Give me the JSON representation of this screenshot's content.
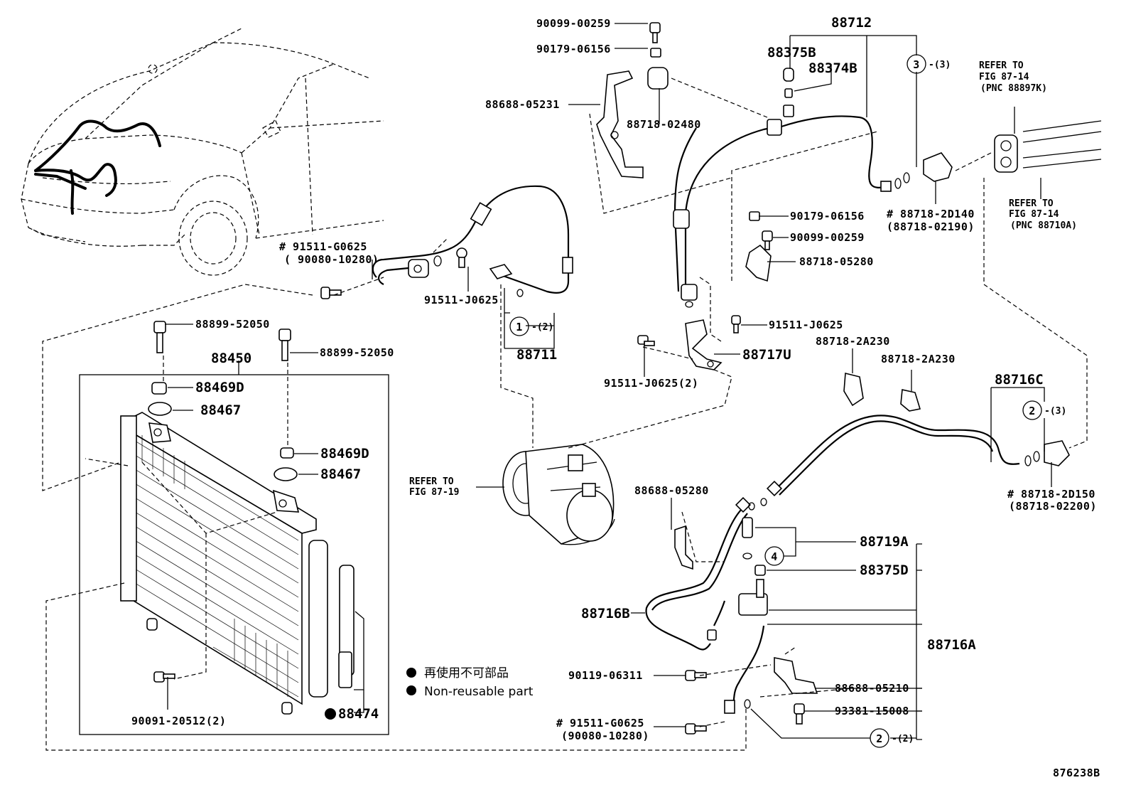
{
  "diagram_id": "876238B",
  "legend": {
    "symbol": "●",
    "text_cn": "再使用不可部品",
    "text_en": "Non-reusable part"
  },
  "callouts": {
    "c1": {
      "num": "1",
      "qty": "-(2)"
    },
    "c2a": {
      "num": "2",
      "qty": "-(3)"
    },
    "c2b": {
      "num": "2",
      "qty": "-(2)"
    },
    "c3": {
      "num": "3",
      "qty": "-(3)"
    },
    "c4": {
      "num": "4"
    }
  },
  "labels": {
    "p90099_top": "90099-00259",
    "p90179_top": "90179-06156",
    "p88688_05231": "88688-05231",
    "p88718_02480": "88718-02480",
    "p88712": "88712",
    "p88375B": "88375B",
    "p88374B": "88374B",
    "p88718_2D140": "# 88718-2D140",
    "p88718_02190": "(88718-02190)",
    "refer1_a": "REFER TO",
    "refer1_b": "FIG 87-14",
    "refer1_c": "(PNC 88897K)",
    "refer2_a": "REFER TO",
    "refer2_b": "FIG 87-14",
    "refer2_c": "(PNC 88710A)",
    "p90179_mid": "90179-06156",
    "p90099_mid": "90099-00259",
    "p88718_05280": "88718-05280",
    "p91511_G0625_top": "# 91511-G0625",
    "p90080_top": "( 90080-10280)",
    "p91511_J0625_a": "91511-J0625",
    "p88711": "88711",
    "p91511_J0625_b": "91511-J0625",
    "p88717U": "88717U",
    "p91511_J0625_2": "91511-J0625(2)",
    "p88718_2A230_a": "88718-2A230",
    "p88718_2A230_b": "88718-2A230",
    "p88716C": "88716C",
    "p88718_2D150": "# 88718-2D150",
    "p88718_02200": "(88718-02200)",
    "p88899_a": "88899-52050",
    "p88899_b": "88899-52050",
    "p88450": "88450",
    "p88469D_a": "88469D",
    "p88467_a": "88467",
    "p88469D_b": "88469D",
    "p88467_b": "88467",
    "refer3_a": "REFER TO",
    "refer3_b": "FIG 87-19",
    "p88688_05280": "88688-05280",
    "p88719A": "88719A",
    "p88375D": "88375D",
    "p88716B": "88716B",
    "p88716A": "88716A",
    "p90119": "90119-06311",
    "p88688_05210": "88688-05210",
    "p93381": "93381-15008",
    "p91511_G0625_bot": "# 91511-G0625",
    "p90080_bot": "(90080-10280)",
    "p90091": "90091-20512(2)",
    "p88474": "88474"
  }
}
